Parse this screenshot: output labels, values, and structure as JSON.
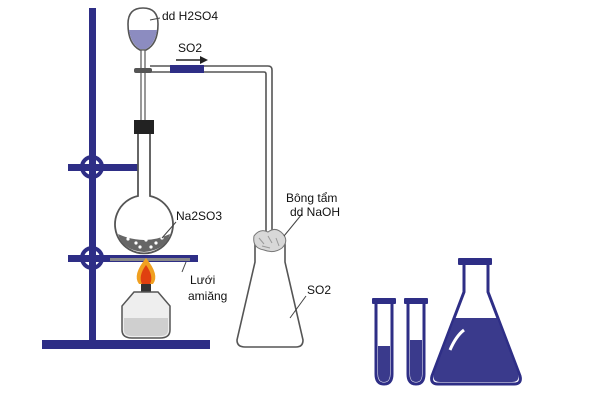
{
  "labels": {
    "acid_funnel": "dd H2SO4",
    "gas_flow": "SO2",
    "reactant": "Na2SO3",
    "gauze_line1": "Lưới",
    "gauze_line2": "amiăng",
    "cotton_line1": "Bông tẩm",
    "cotton_line2": "dd NaOH",
    "flask_gas": "SO2"
  },
  "colors": {
    "stand": "#2e2e86",
    "glass": "#555555",
    "liquid": "#3a3a8c",
    "flame_outer": "#f0a020",
    "flame_inner": "#e04010",
    "text": "#111111"
  },
  "icons": [
    "test-tube-icon",
    "erlenmeyer-flask-icon"
  ]
}
